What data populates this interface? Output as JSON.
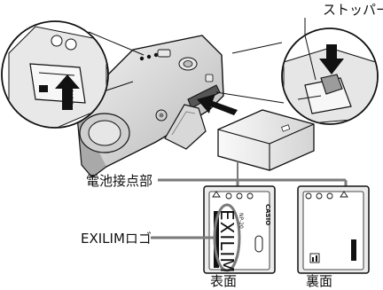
{
  "labels": {
    "stopper": "ストッパー",
    "battery_contacts": "電池接点部",
    "exilim_logo": "EXILIMロゴ",
    "front_side": "表面",
    "back_side": "裏面"
  },
  "battery_front": {
    "brand_text": "CASIO",
    "logo_text": "EXILIM",
    "model_text": "NP-20"
  },
  "colors": {
    "line": "#111111",
    "leader": "#7a7a7a",
    "camera_body": "#d9d9d9",
    "camera_shadow": "#9a9a9a",
    "battery_face": "#ececec",
    "arrow": "#111111"
  }
}
